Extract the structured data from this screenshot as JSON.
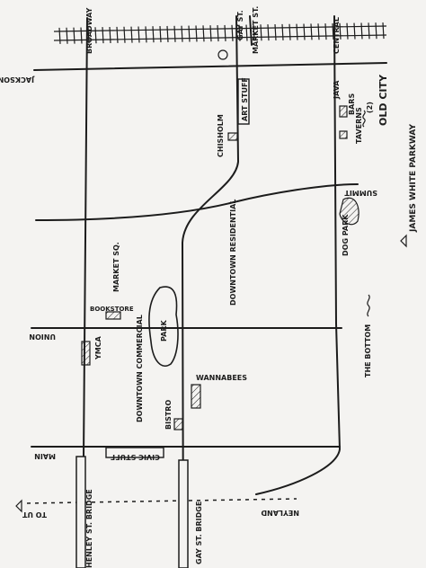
{
  "streets": {
    "broadway": "BROADWAY",
    "gay_st": "GAY ST.",
    "market_st": "MARKET ST.",
    "central": "CENTRAL",
    "jackson": "JACKSON",
    "summit": "SUMMIT",
    "union": "UNION",
    "main": "MAIN",
    "neyland": "NEYLAND",
    "to_ut": "TO UT",
    "james_white": "JAMES WHITE PARKWAY"
  },
  "places": {
    "art_stuff": "ART STUFF",
    "chisholm": "CHISHOLM",
    "java": "JAVA",
    "taverns": "TAVERNS",
    "bars": "BARS",
    "taverns_count": "(2)",
    "old_city": "OLD CITY",
    "dog_park": "DOG PARK",
    "market_sq": "MARKET SQ.",
    "bookstore": "BOOKSTORE",
    "park": "PARK",
    "downtown_residential": "DOWNTOWN RESIDENTIAL",
    "ymca": "YMCA",
    "downtown_commercial": "DOWNTOWN COMMERCIAL",
    "bistro": "BISTRO",
    "wannabees": "WANNABEES",
    "the_bottom": "THE BOTTOM",
    "civic_stuff": "CIVIC STUFF",
    "henley_bridge": "HENLEY ST. BRIDGE",
    "gay_bridge": "GAY ST. BRIDGE"
  },
  "symbols": {
    "railroad_icon": "railroad-tracks",
    "traffic_icon": "roundabout-circle",
    "arrow_icon": "direction-arrow"
  }
}
